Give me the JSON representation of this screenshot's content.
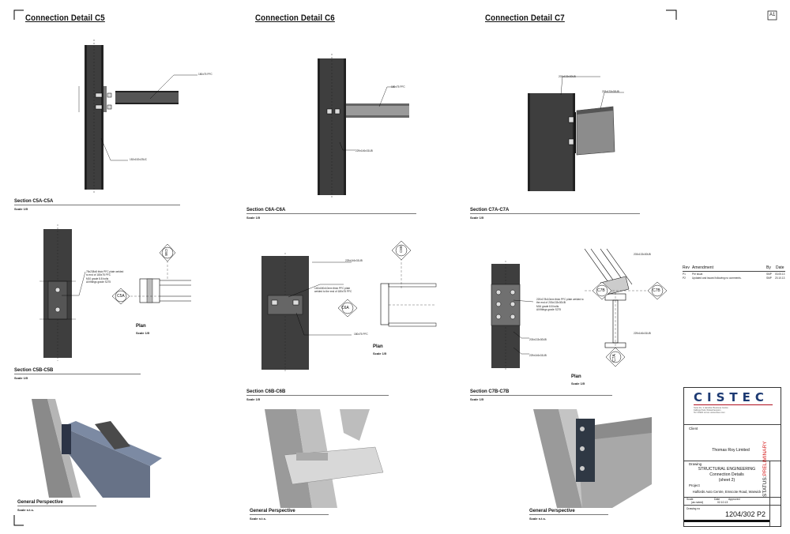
{
  "sheet": {
    "size_code": "A1"
  },
  "details": [
    {
      "title": "Connection Detail C5"
    },
    {
      "title": "Connection Detail C6"
    },
    {
      "title": "Connection Detail C7"
    }
  ],
  "sections": {
    "c5a": {
      "label": "Section C5A-C5A",
      "scale": "Scale 1/5"
    },
    "c6a": {
      "label": "Section C6A-C6A",
      "scale": "Scale 1/5"
    },
    "c7a": {
      "label": "Section C7A-C7A",
      "scale": "Scale 1/5"
    },
    "c5b": {
      "label": "Section C5B-C5B",
      "scale": "Scale 1/5"
    },
    "c6b": {
      "label": "Section C6B-C6B",
      "scale": "Scale 1/5"
    },
    "c7b": {
      "label": "Section C7B-C7B",
      "scale": "Scale 1/5"
    }
  },
  "plans": {
    "c5": {
      "label": "Plan",
      "scale": "Scale 1/5"
    },
    "c6": {
      "label": "Plan",
      "scale": "Scale 1/5"
    },
    "c7": {
      "label": "Plan",
      "scale": "Scale 1/5"
    }
  },
  "perspectives": {
    "c5": {
      "label": "General Perspective",
      "scale": "Scale n.t.s."
    },
    "c6": {
      "label": "General Perspective",
      "scale": "Scale n.t.s."
    },
    "c7": {
      "label": "General Perspective",
      "scale": "Scale n.t.s."
    }
  },
  "markers": {
    "c5a": "C5A",
    "c5b": "C5B",
    "c6a": "C6A",
    "c6b": "C6B",
    "c7a": "C7A",
    "c7b": "C7B"
  },
  "annotations": {
    "c5_pfc": "180x75 PFC",
    "c5_uc": "152x152x23UC",
    "c6_pfc": "180x75 PFC",
    "c6_uc": "229x146x31UB",
    "c7_ub_top": "203x133x30UB",
    "c7_ub_side": "203x133x30UB",
    "c5b_plate": "78x238x8 thick PFC plate welded to end of 180x75 PFC",
    "c5b_bolts": "M10 grade 8.8 bolts",
    "c5b_holes": "All fittings grade S275",
    "c6b_uc": "229x146x31UB",
    "c6b_plate": "140x180x10mm thick PFC plate welded to the end of 180x75 PFC",
    "c6b_pfc": "180x75 PFC",
    "c7b_plate": "220x178x10mm thick PFC plate welded to the end of 203x133x30UB",
    "c7b_bolts": "M16 grade 8.8 bolts",
    "c7b_fit": "All fittings grade S275",
    "c7b_ub": "203x133x30UB",
    "c7b_ub2": "229x146x31UB",
    "c7plan_ub": "203x133x30UB",
    "c7plan_ub2": "229x146x31UB"
  },
  "revisions": {
    "headers": {
      "rev": "Rev",
      "amendment": "Amendment",
      "by": "By",
      "date": "Date"
    },
    "rows": [
      {
        "rev": "P1",
        "amendment": "Pre issue.",
        "by": "SMP",
        "date": "03.05.13"
      },
      {
        "rev": "P2",
        "amendment": "Updated and issued following no comments.",
        "by": "SMP",
        "date": "20.10.13"
      }
    ]
  },
  "titleblock": {
    "logo": "CISTEC",
    "address1": "Suite 2G, 3 Hamilton Business Centre",
    "address2": "Fallings Park, Wolverhampton",
    "address3": "Tel: 01902 xxxxxx  www.cistec.com",
    "client_label": "Client",
    "client": "Thomas Roy Limited",
    "drawing_label": "Drawing",
    "drawing_line1": "STRUCTURAL ENGINEERING",
    "drawing_line2": "Connection Details",
    "drawing_line3": "(sheet 2)",
    "project_label": "Project",
    "project": "Halfords Auto Centre, Emscote Road, Warwick",
    "scale_label": "Scale",
    "scale_value": "(as noted)",
    "date_label": "Date",
    "date_value": "02.10.13",
    "approved_label": "Approved",
    "drawing_no_label": "Drawing no",
    "drawing_no": "1204/302 P2",
    "status_label": "STATUS:",
    "status_value": "PRELIMINARY"
  },
  "colors": {
    "steel_dark": "#3a3a3a",
    "steel_mid": "#6b6b6b",
    "status_red": "#d62020"
  }
}
